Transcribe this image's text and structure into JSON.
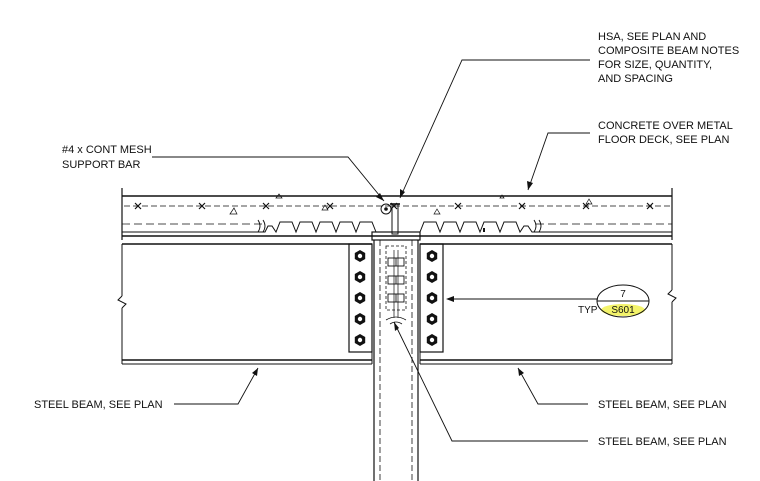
{
  "labels": {
    "hsa": [
      "HSA, SEE PLAN AND",
      "COMPOSITE BEAM NOTES",
      "FOR SIZE, QUANTITY,",
      "AND SPACING"
    ],
    "concrete": [
      "CONCRETE OVER METAL",
      "FLOOR DECK, SEE PLAN"
    ],
    "mesh": [
      "#4 x CONT MESH",
      "SUPPORT BAR"
    ],
    "steel_left": "STEEL BEAM, SEE PLAN",
    "steel_right": "STEEL BEAM, SEE PLAN",
    "steel_bottom": "STEEL BEAM, SEE PLAN",
    "typ": "TYP"
  },
  "detail_tag": {
    "number": "7",
    "sheet": "S601",
    "highlight_color": "#f3f36a"
  },
  "colors": {
    "line": "#111111",
    "background": "#ffffff"
  }
}
